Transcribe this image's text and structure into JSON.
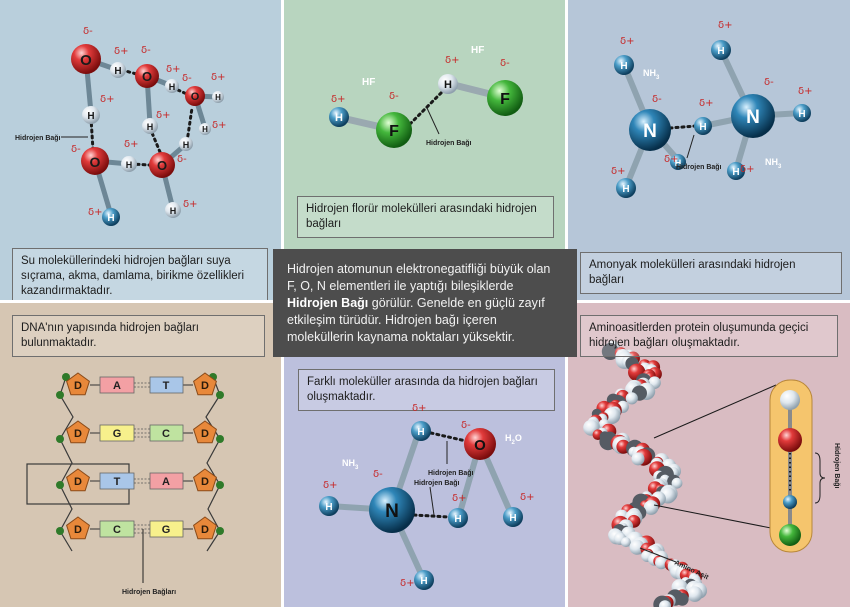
{
  "center_box": {
    "text_before": "Hidrojen atomunun elektronegatifliği büyük olan F, O, N elementleri ile yaptığı bileşiklerde ",
    "bold": "Hidrojen Bağı",
    "text_after": " görülür. Genelde en güçlü zayıf etkileşim türüdür. Hidrojen bağı içeren moleküllerin kaynama noktaları yüksektir."
  },
  "panels": {
    "water": {
      "caption": "Su moleküllerindeki hidrojen bağları suya sıçrama, akma, damlama, birikme özellikleri kazandırmaktadır.",
      "bond_label": "Hidrojen Bağı",
      "atoms": {
        "o": "O",
        "h": "H"
      },
      "delta_minus": "δ-",
      "delta_plus": "δ+"
    },
    "hf": {
      "caption": "Hidrojen florür molekülleri arasındaki hidrojen bağları",
      "bond_label": "Hidrojen Bağı",
      "molecule": "HF",
      "atoms": {
        "h": "H",
        "f": "F"
      },
      "delta_minus": "δ-",
      "delta_plus": "δ+"
    },
    "ammonia": {
      "caption": "Amonyak molekülleri arasındaki hidrojen bağları",
      "bond_label": "Hidrojen Bağı",
      "molecule_base": "NH",
      "molecule_sub": "3",
      "atoms": {
        "n": "N",
        "h": "H"
      },
      "delta_minus": "δ-",
      "delta_plus": "δ+"
    },
    "dna": {
      "caption": "DNA'nın yapısında hidrojen bağları bulunmaktadır.",
      "bond_label": "Hidrojen Bağları",
      "sugar": "D",
      "pairs": [
        {
          "left": "A",
          "right": "T"
        },
        {
          "left": "G",
          "right": "C"
        },
        {
          "left": "T",
          "right": "A"
        },
        {
          "left": "C",
          "right": "G"
        }
      ]
    },
    "mixed": {
      "caption": "Farklı moleküller arasında da hidrojen bağları oluşmaktadır.",
      "bond_label": "Hidrojen Bağı",
      "nh3_base": "NH",
      "nh3_sub": "3",
      "h2o_base": "H",
      "h2o_sub": "2",
      "h2o_end": "O",
      "atoms": {
        "n": "N",
        "o": "O",
        "h": "H"
      },
      "delta_minus": "δ-",
      "delta_plus": "δ+"
    },
    "protein": {
      "caption": "Aminoasitlerden protein oluşumunda geçici hidrojen bağları oluşmaktadır.",
      "bond_label": "Hidrojen Bağı",
      "amino_label": "Amino Asit"
    }
  },
  "colors": {
    "oxygen": "#d42a2a",
    "hydrogen": "#3c8fb8",
    "fluorine": "#3aaa35",
    "nitrogen": "#1f6f9f",
    "hydrogen_pale": "#dfe7ee",
    "sugar_pentagon": "#e8883a",
    "base_a": "#f3a0a4",
    "base_t": "#a9c6e8",
    "base_g": "#f7f08c",
    "base_c": "#bfe3a0",
    "delta_red": "#c62828",
    "center_bg": "#4d4d4d"
  }
}
